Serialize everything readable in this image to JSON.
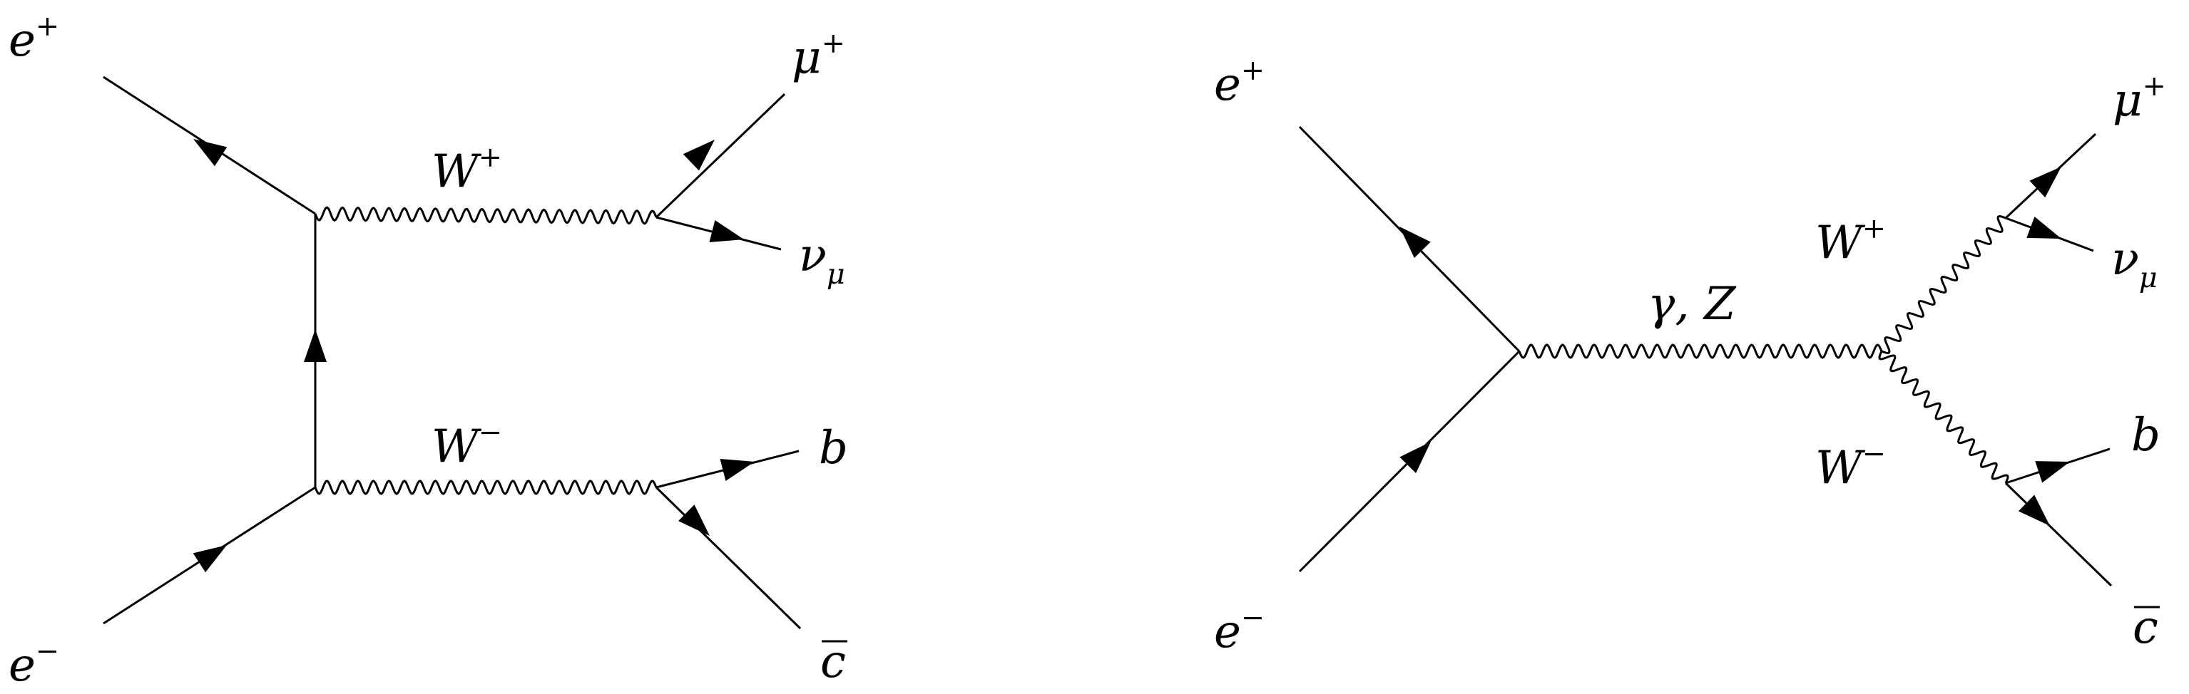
{
  "colors": {
    "line": "#000000",
    "background": "#ffffff"
  },
  "diagrams": [
    {
      "id": "t-channel",
      "particles": {
        "e_plus": {
          "base": "e",
          "sup": "+"
        },
        "e_minus": {
          "base": "e",
          "sup": "−"
        },
        "mu_plus": {
          "base": "μ",
          "sup": "+"
        },
        "nu_mu": {
          "base": "ν",
          "sub": "μ"
        },
        "b": {
          "base": "b"
        },
        "c_bar": {
          "base": "c"
        },
        "W_plus": {
          "base": "W",
          "sup": "+"
        },
        "W_minus": {
          "base": "W",
          "sup": "−"
        }
      }
    },
    {
      "id": "s-channel",
      "particles": {
        "e_plus": {
          "base": "e",
          "sup": "+"
        },
        "e_minus": {
          "base": "e",
          "sup": "−"
        },
        "mu_plus": {
          "base": "μ",
          "sup": "+"
        },
        "nu_mu": {
          "base": "ν",
          "sub": "μ"
        },
        "b": {
          "base": "b"
        },
        "c_bar": {
          "base": "c"
        },
        "W_plus": {
          "base": "W",
          "sup": "+"
        },
        "W_minus": {
          "base": "W",
          "sup": "−"
        },
        "gamma_Z": {
          "base": "γ, Z"
        }
      }
    }
  ]
}
